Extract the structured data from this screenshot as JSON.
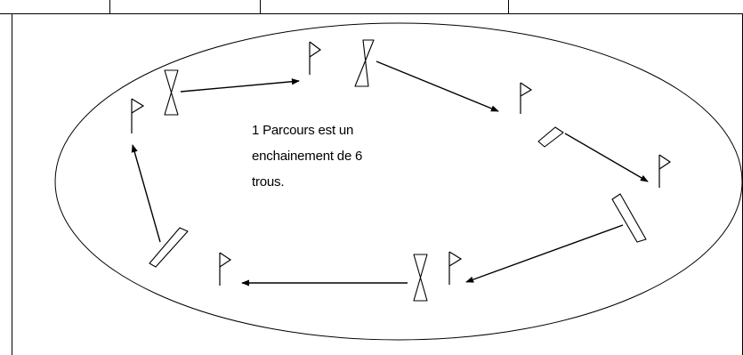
{
  "diagram": {
    "caption_lines": [
      "1 Parcours est un",
      "enchainement de 6",
      "trous."
    ],
    "holes": [
      {
        "id": 1,
        "flag": "flag-icon",
        "tee": "tee-marker-icon"
      },
      {
        "id": 2,
        "flag": "flag-icon",
        "tee": "tee-marker-icon"
      },
      {
        "id": 3,
        "flag": "flag-icon",
        "tee": "tee-marker-icon"
      },
      {
        "id": 4,
        "flag": "flag-icon",
        "tee": "tee-marker-icon"
      },
      {
        "id": 5,
        "flag": "flag-icon",
        "tee": "tee-marker-icon"
      },
      {
        "id": 6,
        "flag": "flag-icon",
        "tee": "tee-marker-icon"
      }
    ],
    "colors": {
      "stroke": "#000000",
      "background": "#ffffff"
    }
  }
}
